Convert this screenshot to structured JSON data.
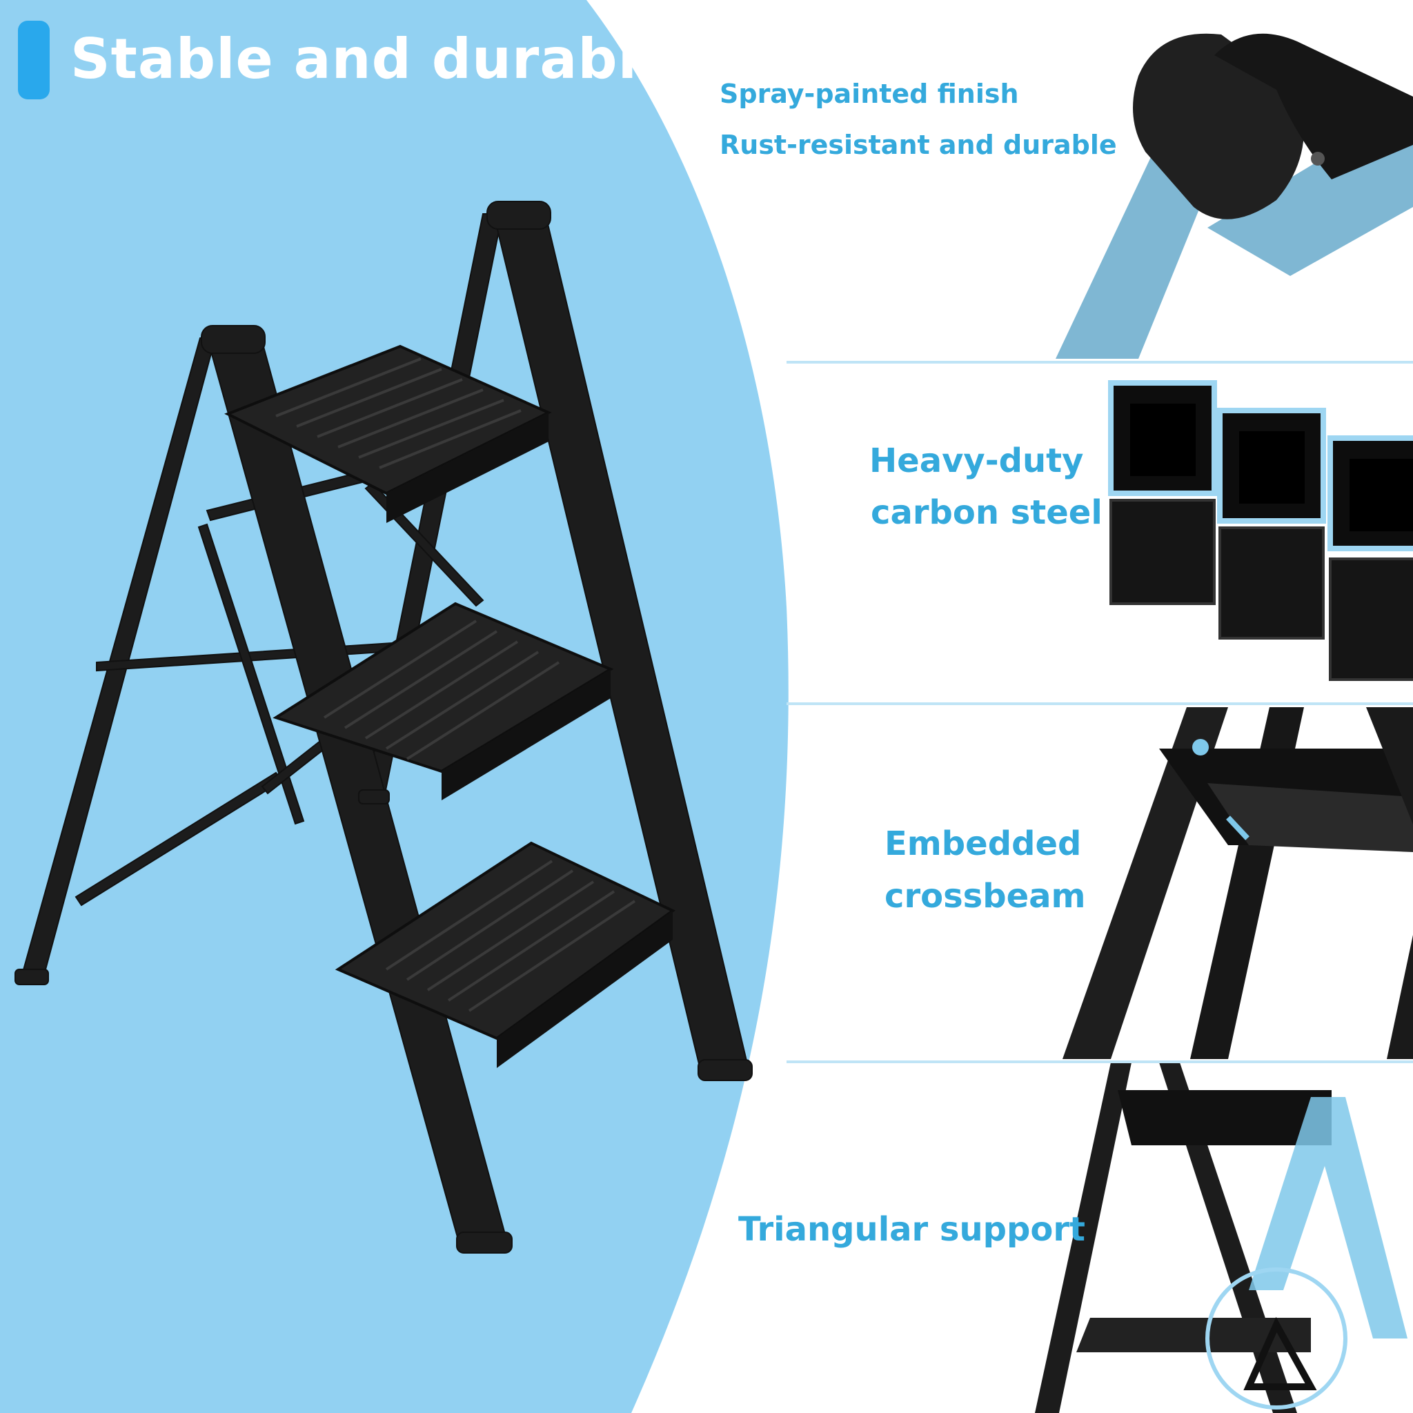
{
  "header": {
    "title": "Stable and durable"
  },
  "features": [
    {
      "line1": "Spray-painted finish",
      "line2": "Rust-resistant and durable"
    },
    {
      "line1": "Heavy-duty",
      "line2": "carbon steel"
    },
    {
      "line1": "Embedded",
      "line2": "crossbeam"
    },
    {
      "line1": "Triangular support"
    }
  ],
  "colors": {
    "background_blue": "#92d1f2",
    "accent_blue": "#29a8ec",
    "label_blue": "#34a9dc",
    "product_black": "#1a1a1a",
    "highlight_blue": "#7fc8ea"
  },
  "icons": [
    "step-ladder-illustration",
    "rubber-foot-closeup",
    "steel-tube-closeup",
    "crossbeam-closeup",
    "triangular-support-closeup"
  ]
}
